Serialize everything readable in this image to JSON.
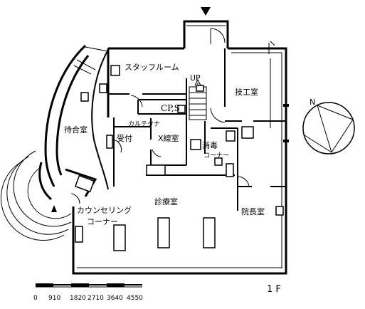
{
  "rooms": {
    "staff_room": "スタッフルーム",
    "up": "UP",
    "technician_room": "技工室",
    "cp_s": "CP,S",
    "waiting_room": "待合室",
    "chart_shelf": "カルテタナ",
    "reception": "受付",
    "xray_room": "X線室",
    "sterilize_corner_1": "消毒",
    "sterilize_corner_2": "コーナー",
    "treatment_room": "診療室",
    "director_room": "院長室",
    "counseling_corner_1": "カウンセリング",
    "counseling_corner_2": "コーナー"
  },
  "north_label": "N",
  "floor_label": "1 F",
  "scale": {
    "ticks": [
      "0",
      "910",
      "1820",
      "2710",
      "3640",
      "4550"
    ]
  }
}
